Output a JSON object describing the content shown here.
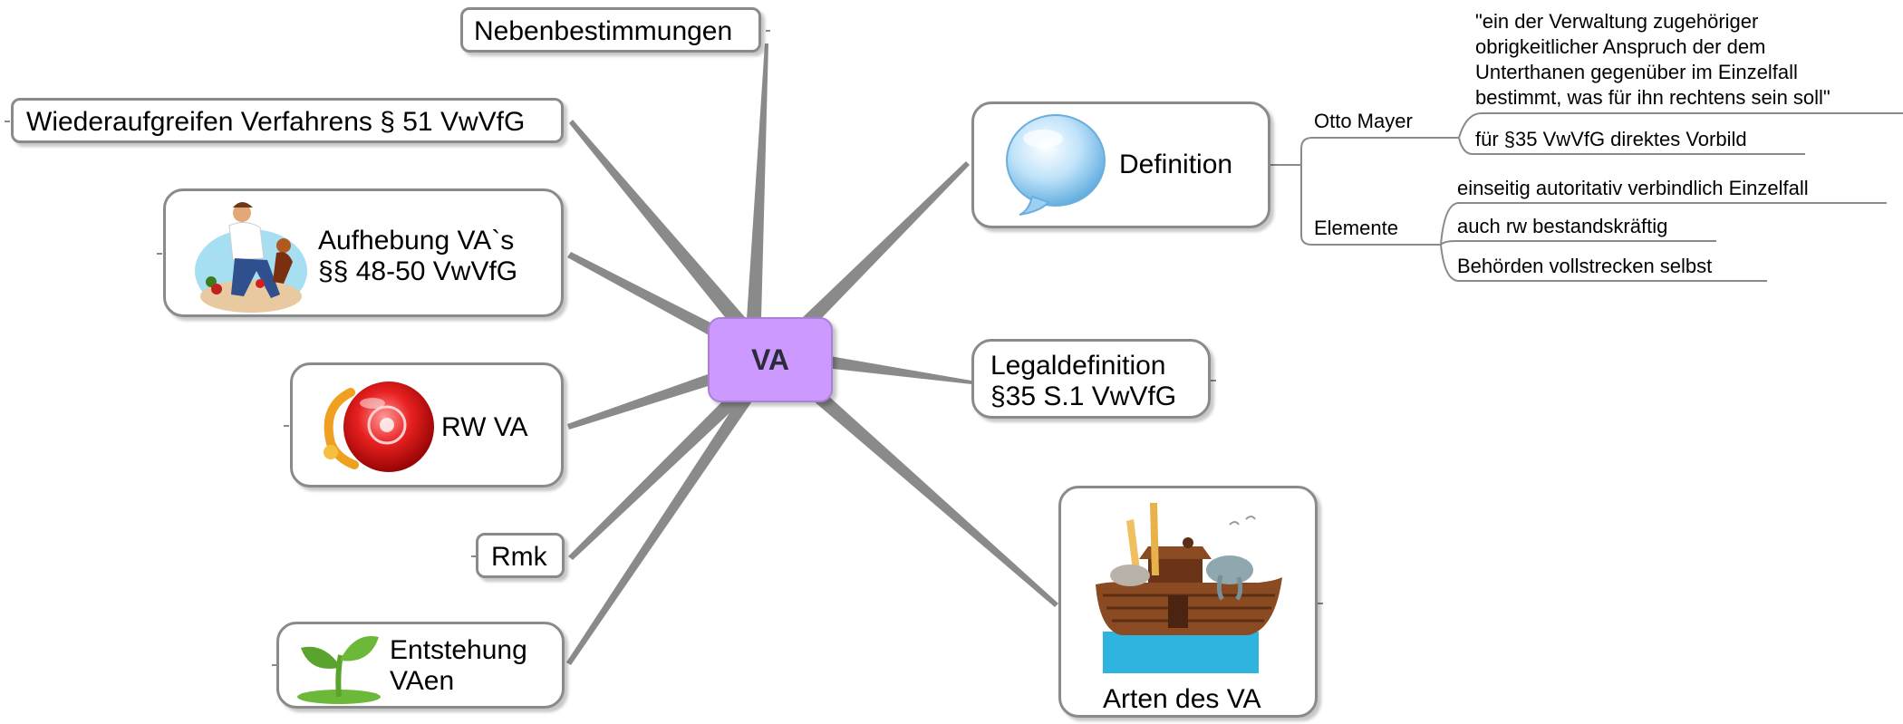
{
  "root": {
    "label": "VA",
    "fill": "#cc99ff"
  },
  "nodes": {
    "nebenbestimmungen": "Nebenbestimmungen",
    "wiederaufgreifen": "Wiederaufgreifen Verfahrens § 51 VwVfG",
    "aufhebung_line1": "Aufhebung VA`s",
    "aufhebung_line2": "§§ 48-50 VwVfG",
    "rw_va": "RW VA",
    "rmk": "Rmk",
    "entstehung_line1": "Entstehung",
    "entstehung_line2": "VAen",
    "definition": "Definition",
    "legaldefinition_line1": "Legaldefinition",
    "legaldefinition_line2": "§35 S.1 VwVfG",
    "arten": "Arten des VA"
  },
  "definition_branch": {
    "otto_mayer": "Otto Mayer",
    "quote_lines": [
      "\"ein der Verwaltung zugehöriger",
      "obrigkeitlicher Anspruch der dem",
      "Unterthanen gegenüber im Einzelfall",
      "bestimmt, was für ihn rechtens sein soll\""
    ],
    "vorbild": "für §35 VwVfG direktes Vorbild",
    "elemente": "Elemente",
    "elemente_items": [
      "einseitig autoritativ verbindlich Einzelfall",
      "auch rw bestandskräftig",
      "Behörden vollstrecken selbst"
    ]
  },
  "icons": {
    "definition": "speech-bubble-icon",
    "aufhebung": "person-helping-icon",
    "rw_va": "alarm-bell-icon",
    "entstehung": "sprout-icon",
    "arten": "noahs-ark-icon"
  },
  "colors": {
    "connector": "#808080",
    "node_border": "#8a8a8a",
    "sprout": "#66b032",
    "bubble": "#9ccff2",
    "bell": "#e01010",
    "water": "#2fb4e0"
  }
}
